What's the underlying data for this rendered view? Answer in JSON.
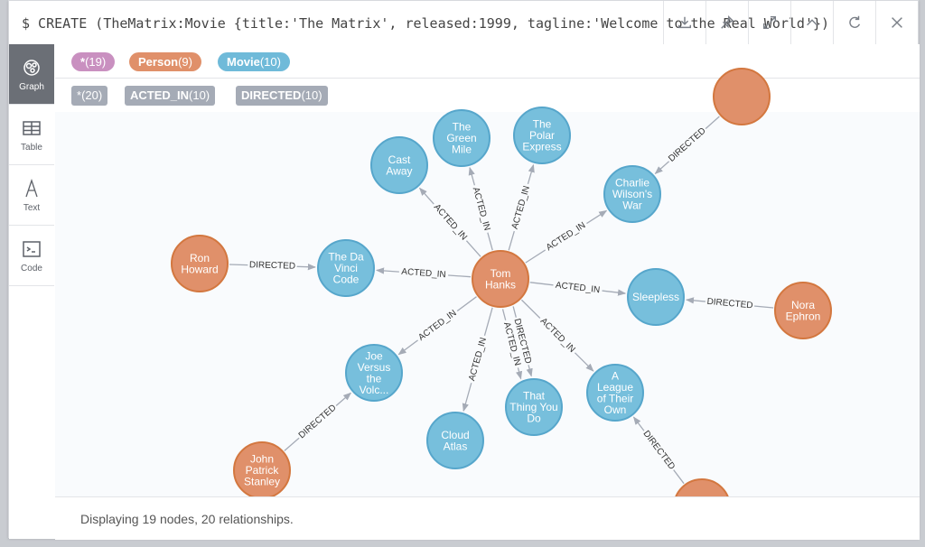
{
  "query": "$ CREATE (TheMatrix:Movie {title:'The Matrix', released:1999, tagline:'Welcome to the Real World'})",
  "toolbar": {
    "icons": [
      "download-icon",
      "pin-icon",
      "expand-icon",
      "collapse-icon",
      "refresh-icon",
      "close-icon"
    ]
  },
  "sidebar": {
    "items": [
      {
        "label": "Graph",
        "active": true
      },
      {
        "label": "Table",
        "active": false
      },
      {
        "label": "Text",
        "active": false
      },
      {
        "label": "Code",
        "active": false
      }
    ]
  },
  "node_labels": [
    {
      "name": "*",
      "count": "(19)",
      "color": "#c990c0"
    },
    {
      "name": "Person",
      "count": "(9)",
      "color": "#e0906a"
    },
    {
      "name": "Movie",
      "count": "(10)",
      "color": "#6fbad9"
    }
  ],
  "rel_types": [
    {
      "name": "*",
      "count": "(20)"
    },
    {
      "name": "ACTED_IN",
      "count": "(10)"
    },
    {
      "name": "DIRECTED",
      "count": "(10)"
    }
  ],
  "colors": {
    "person_fill": "#e0906a",
    "person_stroke": "#d3773f",
    "movie_fill": "#77bfdc",
    "movie_stroke": "#56a6cb",
    "edge": "#a5abb6"
  },
  "graph": {
    "nodes": [
      {
        "id": "tom",
        "type": "person",
        "lines": [
          "Tom",
          "Hanks"
        ]
      },
      {
        "id": "ron",
        "type": "person",
        "lines": [
          "Ron",
          "Howard"
        ]
      },
      {
        "id": "nora",
        "type": "person",
        "lines": [
          "Nora",
          "Ephron"
        ]
      },
      {
        "id": "john",
        "type": "person",
        "lines": [
          "John",
          "Patrick",
          "Stanley"
        ]
      },
      {
        "id": "p_top",
        "type": "person",
        "lines": []
      },
      {
        "id": "p_bottom",
        "type": "person",
        "lines": []
      },
      {
        "id": "castaway",
        "type": "movie",
        "lines": [
          "Cast",
          "Away"
        ]
      },
      {
        "id": "greenmile",
        "type": "movie",
        "lines": [
          "The",
          "Green",
          "Mile"
        ]
      },
      {
        "id": "polar",
        "type": "movie",
        "lines": [
          "The",
          "Polar",
          "Express"
        ]
      },
      {
        "id": "charlie",
        "type": "movie",
        "lines": [
          "Charlie",
          "Wilson's",
          "War"
        ]
      },
      {
        "id": "davinci",
        "type": "movie",
        "lines": [
          "The Da",
          "Vinci",
          "Code"
        ]
      },
      {
        "id": "sleepless",
        "type": "movie",
        "lines": [
          "Sleepless"
        ]
      },
      {
        "id": "joe",
        "type": "movie",
        "lines": [
          "Joe",
          "Versus",
          "the",
          "Volc..."
        ]
      },
      {
        "id": "thatthing",
        "type": "movie",
        "lines": [
          "That",
          "Thing You",
          "Do"
        ]
      },
      {
        "id": "league",
        "type": "movie",
        "lines": [
          "A",
          "League",
          "of Their",
          "Own"
        ]
      },
      {
        "id": "cloud",
        "type": "movie",
        "lines": [
          "Cloud",
          "Atlas"
        ]
      }
    ],
    "edges": [
      {
        "from": "tom",
        "to": "castaway",
        "label": "ACTED_IN"
      },
      {
        "from": "tom",
        "to": "greenmile",
        "label": "ACTED_IN"
      },
      {
        "from": "tom",
        "to": "polar",
        "label": "ACTED_IN"
      },
      {
        "from": "tom",
        "to": "charlie",
        "label": "ACTED_IN"
      },
      {
        "from": "tom",
        "to": "davinci",
        "label": "ACTED_IN"
      },
      {
        "from": "tom",
        "to": "sleepless",
        "label": "ACTED_IN"
      },
      {
        "from": "tom",
        "to": "joe",
        "label": "ACTED_IN"
      },
      {
        "from": "tom",
        "to": "cloud",
        "label": "ACTED_IN"
      },
      {
        "from": "tom",
        "to": "thatthing",
        "label": "DIRECTED"
      },
      {
        "from": "tom",
        "to": "thatthing",
        "label": "ACTED_IN"
      },
      {
        "from": "tom",
        "to": "league",
        "label": "ACTED_IN"
      },
      {
        "from": "ron",
        "to": "davinci",
        "label": "DIRECTED"
      },
      {
        "from": "nora",
        "to": "sleepless",
        "label": "DIRECTED"
      },
      {
        "from": "john",
        "to": "joe",
        "label": "DIRECTED"
      },
      {
        "from": "p_top",
        "to": "charlie",
        "label": "DIRECTED"
      },
      {
        "from": "p_bottom",
        "to": "league",
        "label": "DIRECTED"
      }
    ]
  },
  "footer": {
    "status": "Displaying 19 nodes, 20 relationships."
  }
}
